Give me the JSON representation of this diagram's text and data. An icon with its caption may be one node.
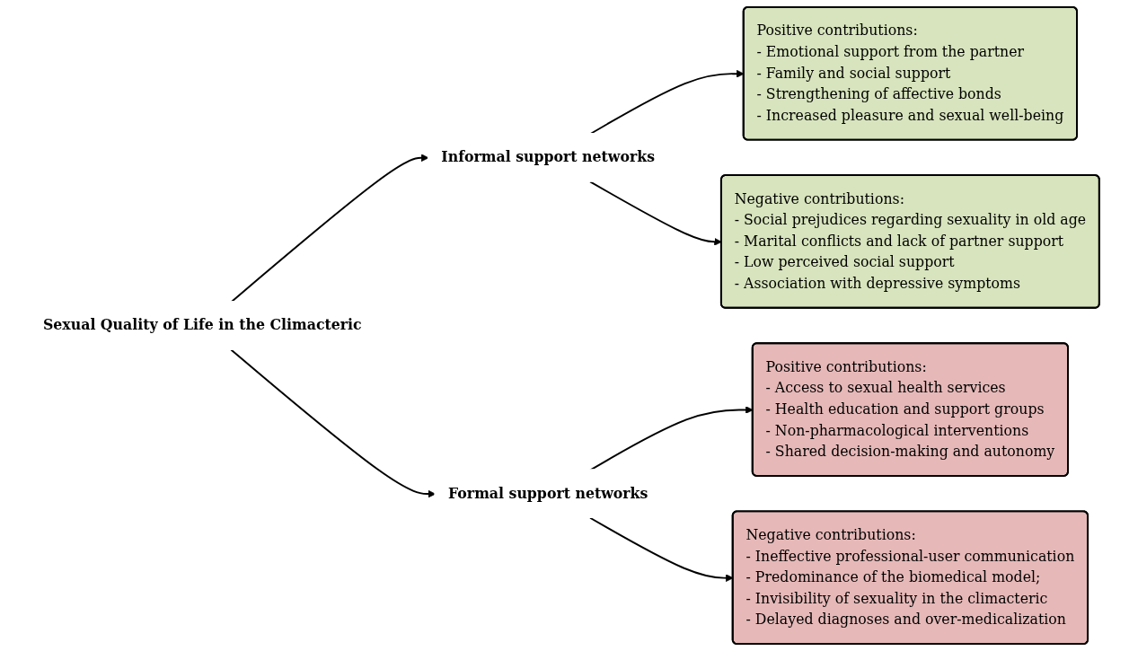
{
  "diagram": {
    "nodes": [
      {
        "text": [
          "Positive contributions:",
          "- Emotional support from the partner",
          "- Family and social support",
          "- Strengthening of affective bonds",
          "- Increased pleasure and sexual well-being"
        ]
      },
      {
        "text": [
          "Informal support networks"
        ]
      },
      {
        "text": [
          "Negative contributions:",
          "- Social prejudices regarding sexuality in old age",
          "- Marital conflicts and lack of partner support",
          "- Low perceived social support",
          "- Association with depressive symptoms"
        ]
      },
      {
        "text": [
          "Sexual Quality of Life in the Climacteric"
        ]
      },
      {
        "text": [
          "Positive contributions:",
          "- Access to sexual health services",
          "- Health education and support groups",
          "- Non-pharmacological interventions",
          "- Shared decision-making and autonomy"
        ]
      },
      {
        "text": [
          "Formal support networks"
        ]
      },
      {
        "text": [
          "Negative contributions:",
          "- Ineffective professional-user communication",
          "- Predominance of the biomedical model;",
          "- Invisibility of sexuality in the climacteric",
          "- Delayed diagnoses and over-medicalization"
        ]
      }
    ],
    "edges": [
      {
        "from": 3,
        "to": 1,
        "arrow": "to"
      },
      {
        "from": 3,
        "to": 5,
        "arrow": "to"
      },
      {
        "from": 1,
        "to": 0,
        "arrow": "to"
      },
      {
        "from": 1,
        "to": 2,
        "arrow": "to"
      },
      {
        "from": 5,
        "to": 4,
        "arrow": "to"
      },
      {
        "from": 5,
        "to": 6,
        "arrow": "to"
      }
    ]
  }
}
